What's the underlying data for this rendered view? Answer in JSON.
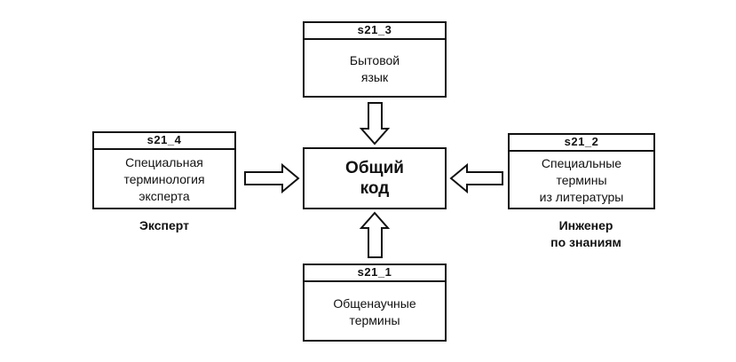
{
  "center": {
    "line1": "Общий",
    "line2": "код"
  },
  "boxes": {
    "top": {
      "id": "s21_3",
      "line1": "Бытовой",
      "line2": "язык"
    },
    "left": {
      "id": "s21_4",
      "line1": "Специальная",
      "line2": "терминология",
      "line3": "эксперта"
    },
    "right": {
      "id": "s21_2",
      "line1": "Специальные",
      "line2": "термины",
      "line3": "из литературы"
    },
    "bottom": {
      "id": "s21_1",
      "line1": "Общенаучные",
      "line2": "термины"
    }
  },
  "captions": {
    "expert": "Эксперт",
    "engineer_line1": "Инженер",
    "engineer_line2": "по знаниям"
  }
}
